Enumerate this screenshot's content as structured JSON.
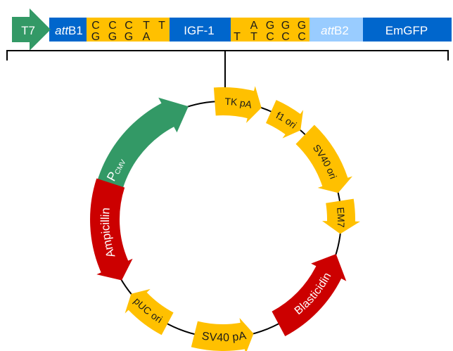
{
  "insert_bar": {
    "promoter_label": "T7",
    "attb1": {
      "italic": "att",
      "rest": "B1"
    },
    "linker_left": {
      "top": [
        "C",
        "C",
        "C",
        "T",
        "T"
      ],
      "bottom": [
        "G",
        "G",
        "G",
        "A"
      ]
    },
    "gene_label": "IGF-1",
    "linker_right": {
      "top": [
        "A",
        "G",
        "G",
        "G"
      ],
      "bottom": [
        "T",
        "T",
        "C",
        "C",
        "C"
      ]
    },
    "attb2": {
      "italic": "att",
      "rest": "B2"
    },
    "tag_label": "EmGFP"
  },
  "plasmid": {
    "features": {
      "pcmv": {
        "main": "P",
        "sub": "CMV"
      },
      "tk_pa": "TK pA",
      "f1_ori": "f1 ori",
      "sv40_ori": "SV40 ori",
      "em7": "EM7",
      "blasticidin": "Blasticidin",
      "sv40_pa": "SV40 pA",
      "puc_ori": "pUC ori",
      "ampicillin": "Ampicillin"
    }
  },
  "colors": {
    "blue": "#0066cc",
    "light_blue": "#99ccff",
    "gold": "#ffc000",
    "green": "#339966",
    "red": "#cc0000",
    "line": "#000000",
    "white_text": "#ffffff",
    "dark_text": "#1a1a1a"
  }
}
